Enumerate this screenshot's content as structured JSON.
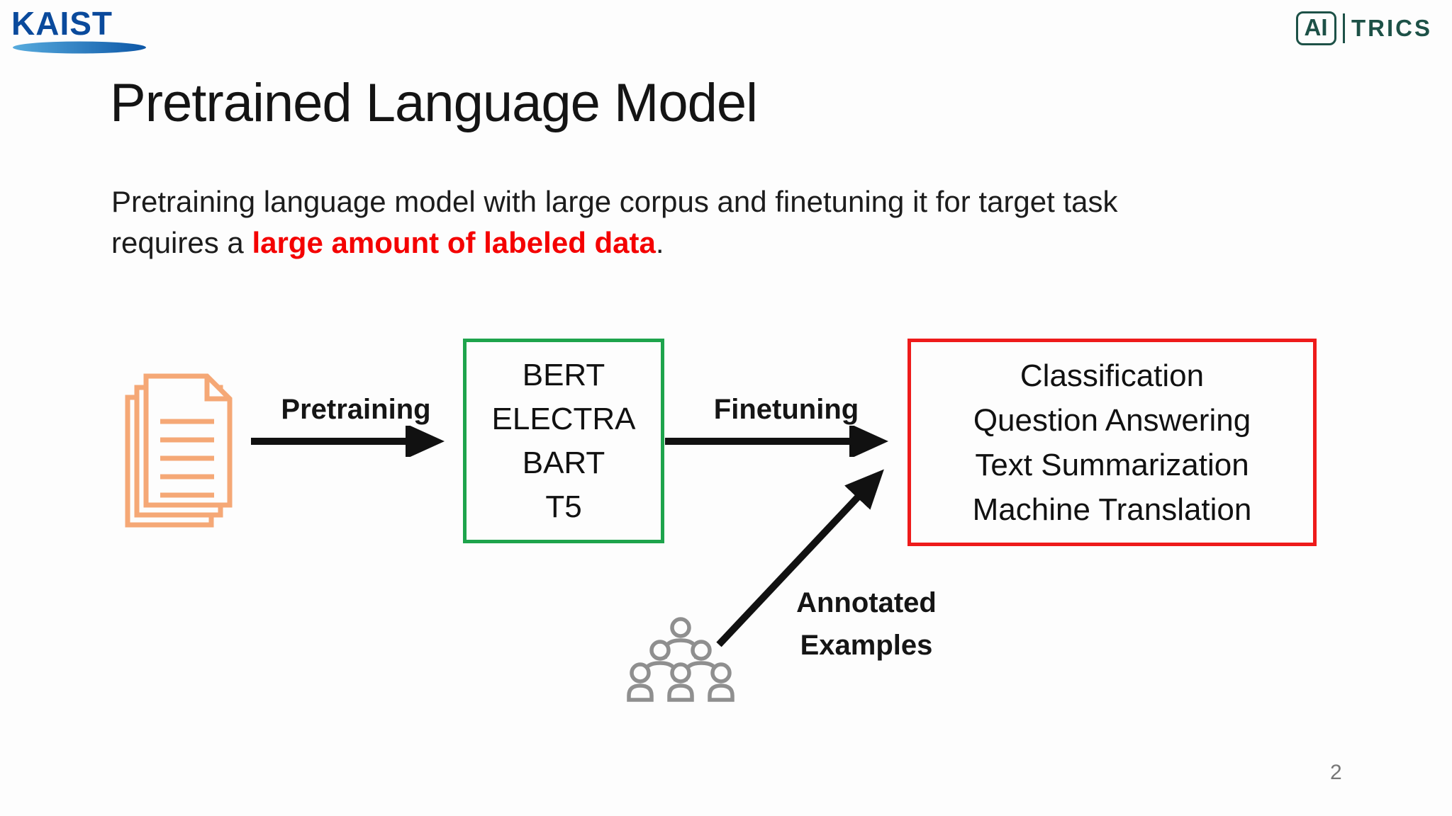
{
  "slide": {
    "page_number": "2",
    "logos": {
      "kaist": "KAIST",
      "aitrics_ai": "AI",
      "aitrics_trics": "TRICS"
    },
    "title": "Pretrained Language Model",
    "body": {
      "line1": "Pretraining language model with large corpus and finetuning it for target task",
      "line2_prefix": "requires a ",
      "line2_highlight": "large amount of labeled data",
      "line2_suffix": "."
    },
    "diagram": {
      "pretraining_label": "Pretraining",
      "finetuning_label": "Finetuning",
      "annotated_line1": "Annotated",
      "annotated_line2": "Examples",
      "models_box": {
        "items": [
          "BERT",
          "ELECTRA",
          "BART",
          "T5"
        ],
        "border_color": "#1ea44c"
      },
      "tasks_box": {
        "items": [
          "Classification",
          "Question Answering",
          "Text Summarization",
          "Machine Translation"
        ],
        "border_color": "#ee1b1b"
      },
      "icons": {
        "documents": "corpus-documents-icon",
        "people": "annotators-crowd-icon"
      }
    },
    "colors": {
      "highlight_red": "#f40000",
      "green_border": "#1ea44c",
      "red_border": "#ee1b1b",
      "doc_icon_orange": "#f5a876",
      "people_gray": "#8f8f8f",
      "kaist_blue": "#0a4a9c",
      "aitrics_teal": "#1d5147",
      "arrow_black": "#111111"
    }
  }
}
